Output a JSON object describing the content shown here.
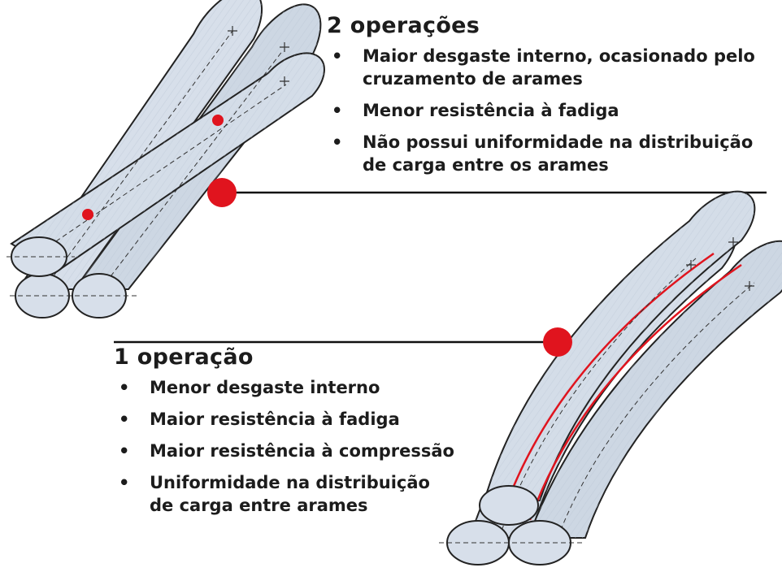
{
  "colors": {
    "cable_fill": "#d7dfea",
    "cable_outline": "#222222",
    "marker_red": "#e0141e",
    "wire_red": "#e0141e",
    "text": "#1c1c1c"
  },
  "two_operations": {
    "heading": "2 operações",
    "bullets": [
      "Maior desgaste interno, ocasionado pelo cruzamento de arames",
      "Menor resistência à fadiga",
      "Não possui uniformidade na distribuição de carga entre os arames"
    ]
  },
  "one_operation": {
    "heading": "1 operação",
    "bullets": [
      "Menor desgaste interno",
      "Maior resistência à fadiga",
      "Maior resistência à compressão",
      "Uniformidade na distribuição de carga entre arames"
    ]
  },
  "bullet_symbol": "•"
}
